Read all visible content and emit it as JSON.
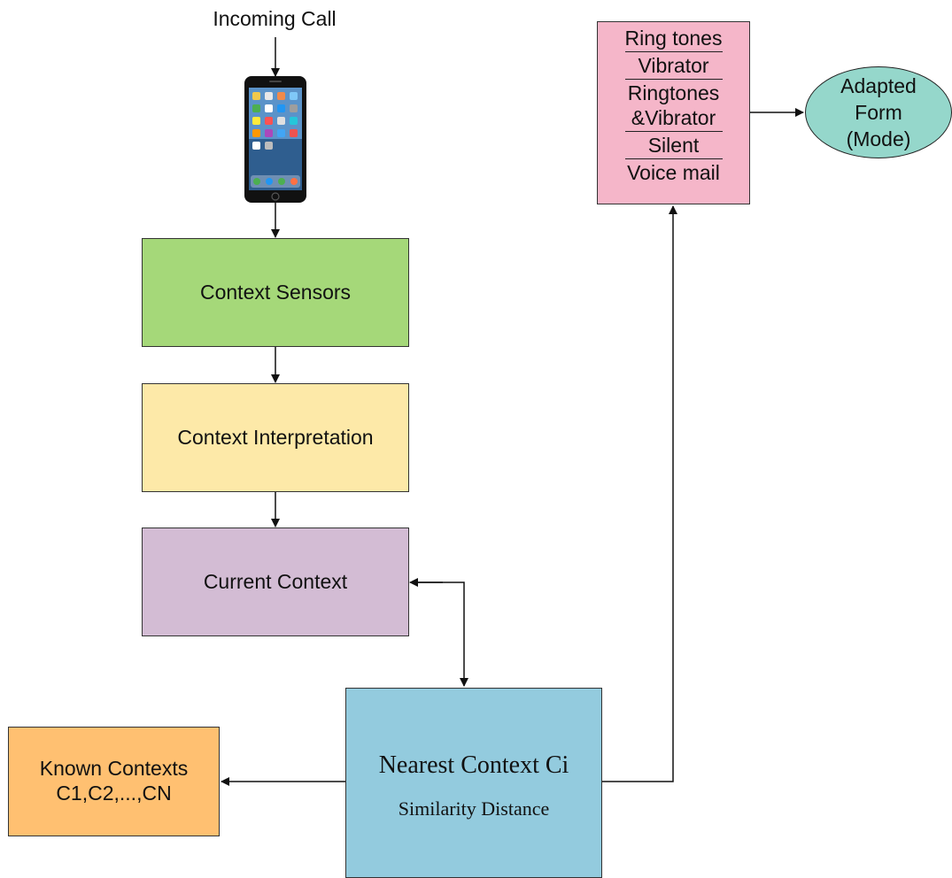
{
  "header": {
    "incoming_call": "Incoming Call"
  },
  "boxes": {
    "context_sensors": "Context Sensors",
    "context_interpretation": "Context Interpretation",
    "current_context": "Current Context",
    "nearest_context": "Nearest Context Ci",
    "similarity_distance": "Similarity Distance",
    "known_contexts_line1": "Known Contexts",
    "known_contexts_line2": "C1,C2,...,CN"
  },
  "modes": {
    "items": [
      "Ring tones",
      "Vibrator",
      "Ringtones",
      "&Vibrator",
      "Silent",
      "Voice mail"
    ]
  },
  "adapted_form": {
    "line1": "Adapted",
    "line2": "Form",
    "line3": "(Mode)"
  },
  "colors": {
    "sensors": "#a5d879",
    "interpretation": "#fde9a8",
    "current": "#d3bcd4",
    "nearest": "#93cbde",
    "known": "#ffc071",
    "modes": "#f5b6c9",
    "adapted": "#95d7cb"
  },
  "icons": {
    "phone": "smartphone-icon"
  }
}
